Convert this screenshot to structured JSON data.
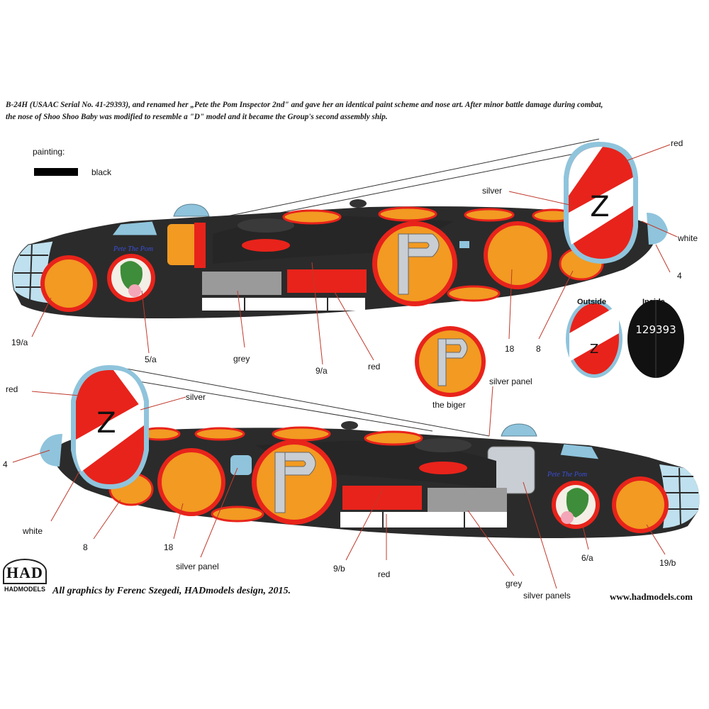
{
  "caption": {
    "line1": "B-24H (USAAC Serial No. 41-29393), and renamed her „Pete the Pom Inspector 2nd\" and gave her an identical paint scheme and nose art. After minor battle damage during combat,",
    "line2": "the nose of Shoo Shoo Baby was modified to resemble a \"D\" model and it became the Group's second assembly ship."
  },
  "legend": {
    "title": "painting:",
    "swatch_label": "black",
    "swatch_color": "#000000"
  },
  "colors": {
    "black_body": "#2b2b2b",
    "orange": "#f29a22",
    "red": "#e8231b",
    "grey": "#9a9a9a",
    "white": "#ffffff",
    "silver": "#c9ced4",
    "blue": "#8fc4dc"
  },
  "tail_letter": "Z",
  "fuselage_letter": "P",
  "serial": "129393",
  "top_labels": {
    "red": "red",
    "silver": "silver",
    "white": "white",
    "four": "4",
    "n19a": "19/a",
    "n5a": "5/a",
    "grey": "grey",
    "n9a": "9/a",
    "red2": "red",
    "n18": "18",
    "n8": "8"
  },
  "insets": {
    "outside": "Outside",
    "inside": "Inside",
    "biger": "the biger",
    "silver_panel": "silver panel"
  },
  "bottom_labels": {
    "red": "red",
    "silver": "silver",
    "four": "4",
    "white": "white",
    "n8": "8",
    "n18": "18",
    "silver_panel": "silver panel",
    "n9b": "9/b",
    "red2": "red",
    "grey": "grey",
    "silver_panels": "silver panels",
    "n6a": "6/a",
    "n19b": "19/b"
  },
  "footer": {
    "credit": "All graphics by Ferenc Szegedi, HADmodels design, 2015.",
    "url": "www.hadmodels.com",
    "logo_mark": "HAD",
    "logo_name": "HADMODELS"
  }
}
